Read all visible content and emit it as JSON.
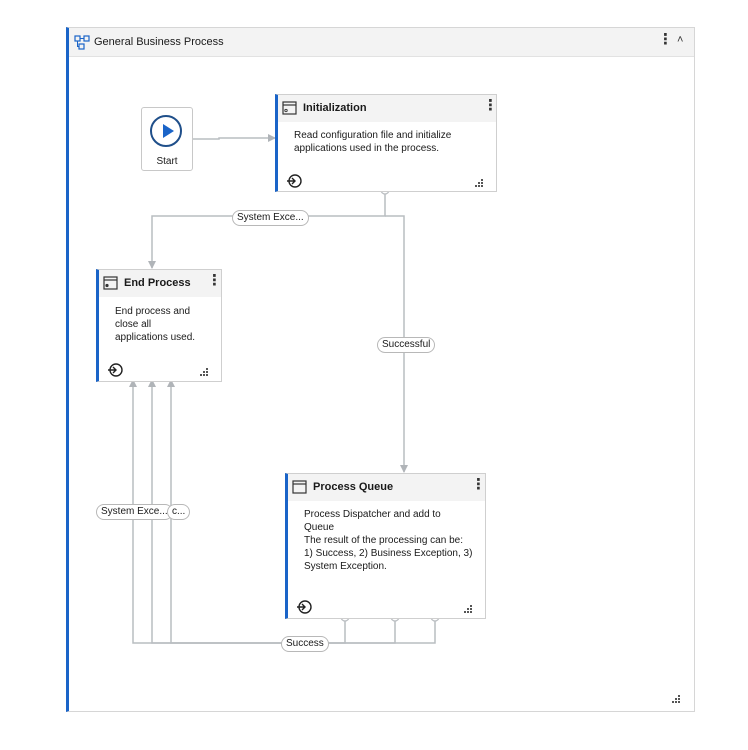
{
  "panel": {
    "title": "General Business Process"
  },
  "start": {
    "label": "Start"
  },
  "states": {
    "initialization": {
      "title": "Initialization",
      "description": "Read configuration file and initialize\napplications used in the process."
    },
    "end_process": {
      "title": "End Process",
      "description": "End process and\nclose all\napplications used."
    },
    "process_queue": {
      "title": "Process Queue",
      "description": "Process Dispatcher and add to\nQueue\nThe result of the processing can be:\n1) Success, 2) Business Exception, 3)\nSystem Exception."
    }
  },
  "transitions": {
    "init_system_exception": "System Exce...",
    "successful": "Successful",
    "queue_system_exception": "System Exce...",
    "queue_business_exception_fragment": "c...",
    "success": "Success"
  },
  "colors": {
    "accent": "#1a64c8",
    "edge": "#b9bdc1"
  },
  "icons": [
    "flowchart-icon",
    "kebab-menu-icon",
    "collapse-chevrons-icon",
    "state-icon",
    "entry-action-icon",
    "resize-grip-icon",
    "play-icon"
  ]
}
